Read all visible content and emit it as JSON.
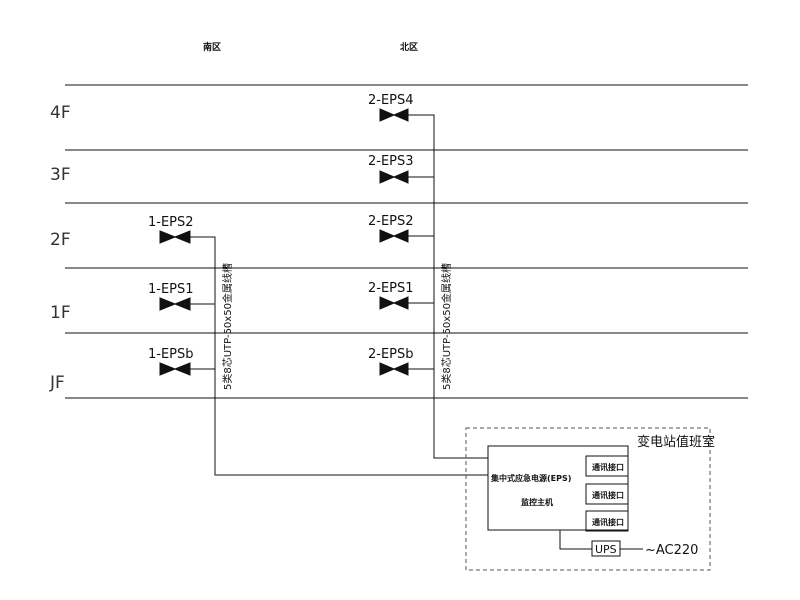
{
  "zones": {
    "south": "南区",
    "north": "北区"
  },
  "floors": [
    "4F",
    "3F",
    "2F",
    "1F",
    "JF"
  ],
  "south_units": [
    "1-EPS2",
    "1-EPS1",
    "1-EPSb"
  ],
  "north_units": [
    "2-EPS4",
    "2-EPS3",
    "2-EPS2",
    "2-EPS1",
    "2-EPSb"
  ],
  "cable_label": "5类8芯UTP-50x50金属线槽",
  "room": {
    "title": "变电站值班室",
    "host_line1": "集中式应急电源(EPS)",
    "host_line2": "监控主机",
    "ports": [
      "通讯接口",
      "通讯接口",
      "通讯接口"
    ],
    "ups": "UPS",
    "power": "~AC220"
  }
}
